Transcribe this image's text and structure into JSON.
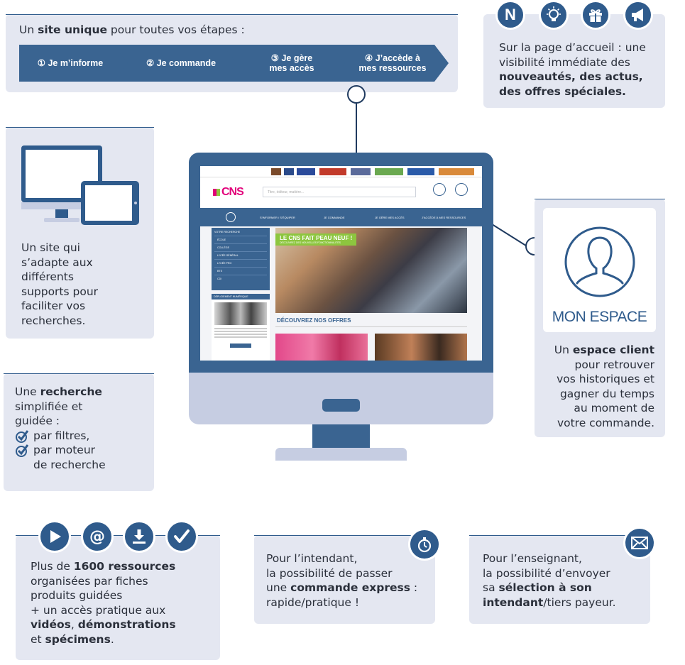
{
  "top_steps": {
    "intro_pre": "Un ",
    "intro_bold": "site unique",
    "intro_post": " pour toutes vos étapes :",
    "steps": [
      {
        "num": "①",
        "line1": "Je m’informe",
        "line2": ""
      },
      {
        "num": "②",
        "line1": "Je commande",
        "line2": ""
      },
      {
        "num": "③",
        "line1": "Je gère",
        "line2": "mes accès"
      },
      {
        "num": "④",
        "line1": "J’accède à",
        "line2": "mes ressources"
      }
    ]
  },
  "homepage_card": {
    "icons": [
      "n-letter-icon",
      "lightbulb-icon",
      "gift-icon",
      "megaphone-icon"
    ],
    "n_letter": "N",
    "line1": "Sur la page d’accueil : une",
    "line2": "visibilité immédiate des",
    "bold1": "nouveautés, des actus,",
    "bold2": "des offres spéciales."
  },
  "responsive_card": {
    "lines": [
      "Un site qui",
      "s’adapte aux",
      "différents",
      "supports pour",
      "faciliter vos",
      "recherches."
    ]
  },
  "search_card": {
    "pre": "Une ",
    "bold": "recherche",
    "line2": "simplifiée et",
    "line3": "guidée :",
    "check1": "par filtres,",
    "check2a": "par moteur",
    "check2b": "de recherche"
  },
  "monitor_site": {
    "logo": "CNS",
    "search_placeholder": "Titre, éditeur, matière...",
    "banner_title": "LE CNS FAIT PEAU NEUF !",
    "banner_sub": "DÉCOUVREZ DES NOUVELLES FONCTIONNALITÉS",
    "offers_title": "DÉCOUVREZ NOS OFFRES",
    "sidebar_header": "VOTRE RECHERCHE",
    "sidebar_items": [
      "ÉCOLE",
      "COLLÈGE",
      "LYCÉE GÉNÉRAL",
      "LYCÉE PRO",
      "BTS",
      "CDI"
    ],
    "nav_items": [
      "S’INFORMER / S’ÉQUIPER",
      "JE COMMANDE",
      "JE GÈRE MES ACCÈS",
      "J’ACCÈDE À MES RESSOURCES"
    ],
    "side_box_title": "DÉPLOIEMENT NUMÉRIQUE"
  },
  "espace_card": {
    "label": "MON ESPACE",
    "pre": "Un ",
    "bold": "espace client",
    "lines": [
      "pour retrouver",
      "vos historiques et",
      "gagner du temps",
      "au moment de",
      "votre commande."
    ]
  },
  "resources_card": {
    "icons": [
      "play-icon",
      "at-icon",
      "download-icon",
      "check-icon"
    ],
    "at_glyph": "@",
    "pre": "Plus de ",
    "bold": "1600 ressources",
    "line2": "organisées par fiches",
    "line3": "produits guidées",
    "line4": "+ un accès pratique aux",
    "b_videos": "vidéos",
    "sep": ", ",
    "b_demos": "démonstrations",
    "et": "et ",
    "b_specimens": "spécimens",
    "period": "."
  },
  "intendant_card": {
    "line1": "Pour l’intendant,",
    "line2": "la possibilité de passer",
    "pre3": "une ",
    "bold3": "commande express",
    "post3": " :",
    "line4": "rapide/pratique !"
  },
  "enseignant_card": {
    "line1": "Pour l’enseignant,",
    "line2": "la possibilité d’envoyer",
    "pre3": "sa ",
    "bold3": "sélection à son",
    "bold4": "intendant",
    "post4": "/tiers payeur."
  },
  "colors": {
    "brand": "#2f5b8c",
    "dark": "#1f3a5f",
    "card_bg": "#e4e7f1",
    "monitor_frame": "#3a6491",
    "monitor_chin": "#c6cde2"
  }
}
